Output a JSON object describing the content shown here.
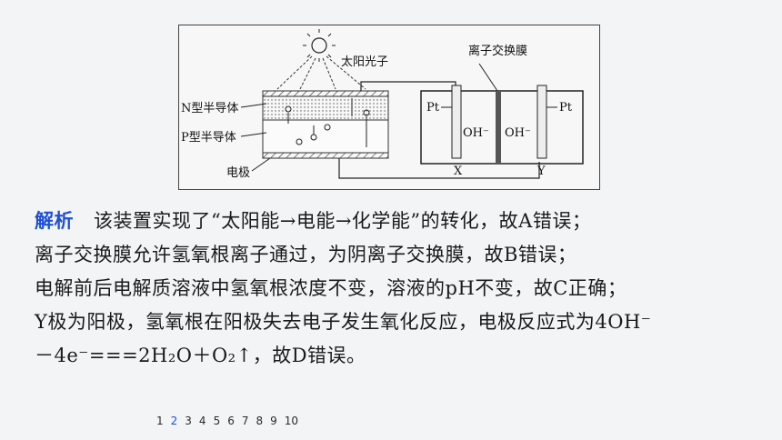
{
  "figure": {
    "sun_label": "太阳光子",
    "membrane_label": "离子交换膜",
    "n_label": "N型半导体",
    "p_label": "P型半导体",
    "electrode_label": "电极",
    "pt_left": "Pt",
    "pt_right": "Pt",
    "oh_left": "OH⁻",
    "oh_right": "OH⁻",
    "x_label": "X",
    "y_label": "Y"
  },
  "analysis": {
    "keyword": "解析",
    "line1": "该装置实现了“太阳能→电能→化学能”的转化，故A错误；",
    "line2": "离子交换膜允许氢氧根离子通过，为阴离子交换膜，故B错误；",
    "line3": "电解前后电解质溶液中氢氧根浓度不变，溶液的pH不变，故C正确；",
    "line4": "Y极为阳极，氢氧根在阳极失去电子发生氧化反应，电极反应式为4OH⁻",
    "line5": "－4e⁻===2H₂O＋O₂↑，故D错误。"
  },
  "pager": {
    "pages": [
      "1",
      "2",
      "3",
      "4",
      "5",
      "6",
      "7",
      "8",
      "9",
      "10"
    ],
    "current": "2"
  },
  "colors": {
    "keyword": "#1d4fd8",
    "active_page": "#1d4fd8",
    "membrane": "#555555"
  }
}
